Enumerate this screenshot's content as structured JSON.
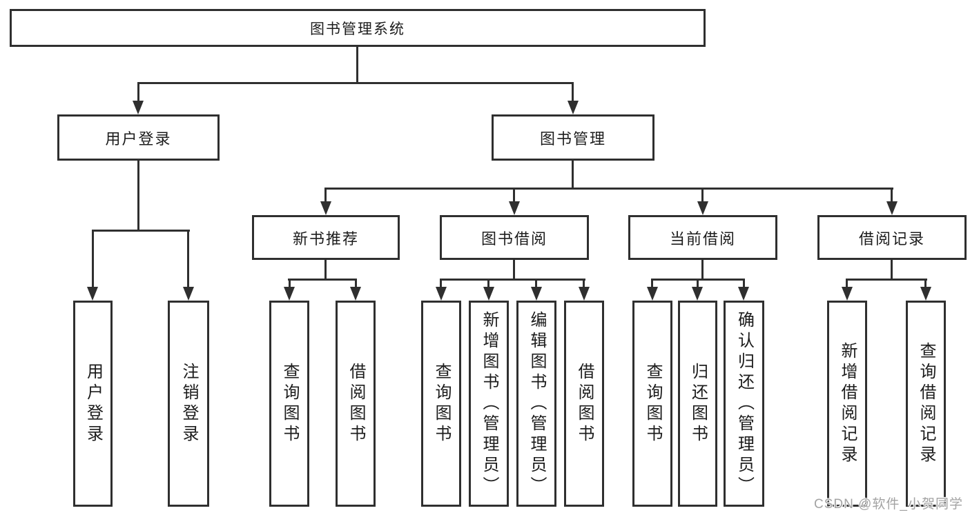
{
  "colors": {
    "line": "#2f2f2f",
    "text": "#1c1c1c",
    "box_background": "#ffffff",
    "watermark": "#a3a3a3"
  },
  "watermark": {
    "text": "CSDN @软件_小贺同学"
  },
  "tree": {
    "label": "图书管理系统",
    "children": [
      {
        "label": "用户登录",
        "children": [
          {
            "label": "用户登录"
          },
          {
            "label": "注销登录"
          }
        ]
      },
      {
        "label": "图书管理",
        "children": [
          {
            "label": "新书推荐",
            "children": [
              {
                "label": "查询图书"
              },
              {
                "label": "借阅图书"
              }
            ]
          },
          {
            "label": "图书借阅",
            "children": [
              {
                "label": "查询图书"
              },
              {
                "label": "新增图书（管理员）"
              },
              {
                "label": "编辑图书（管理员）"
              },
              {
                "label": "借阅图书"
              }
            ]
          },
          {
            "label": "当前借阅",
            "children": [
              {
                "label": "查询图书"
              },
              {
                "label": "归还图书"
              },
              {
                "label": "确认归还（管理员）"
              }
            ]
          },
          {
            "label": "借阅记录",
            "children": [
              {
                "label": "新增借阅记录"
              },
              {
                "label": "查询借阅记录"
              }
            ]
          }
        ]
      }
    ]
  }
}
